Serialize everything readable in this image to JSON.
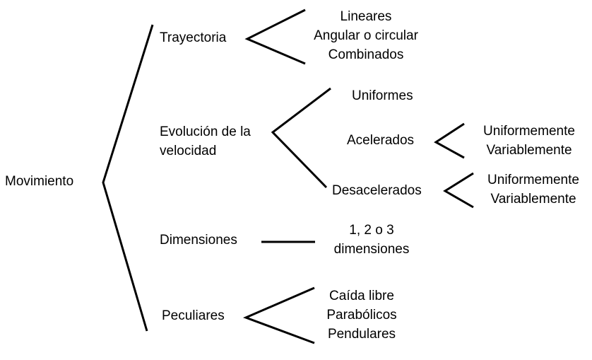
{
  "root": "Movimiento",
  "categories": {
    "trayectoria": {
      "label": "Trayectoria",
      "items": [
        "Lineares",
        "Angular o circular",
        "Combinados"
      ]
    },
    "velocidad": {
      "label_line1": "Evolución de la",
      "label_line2": "velocidad",
      "uniformes": "Uniformes",
      "acelerados": {
        "label": "Acelerados",
        "items": [
          "Uniformemente",
          "Variablemente"
        ]
      },
      "desacelerados": {
        "label": "Desacelerados",
        "items": [
          "Uniformemente",
          "Variablemente"
        ]
      }
    },
    "dimensiones": {
      "label": "Dimensiones",
      "line1": "1, 2 o 3",
      "line2": "dimensiones"
    },
    "peculiares": {
      "label": "Peculiares",
      "items": [
        "Caída libre",
        "Parabólicos",
        "Pendulares"
      ]
    }
  }
}
